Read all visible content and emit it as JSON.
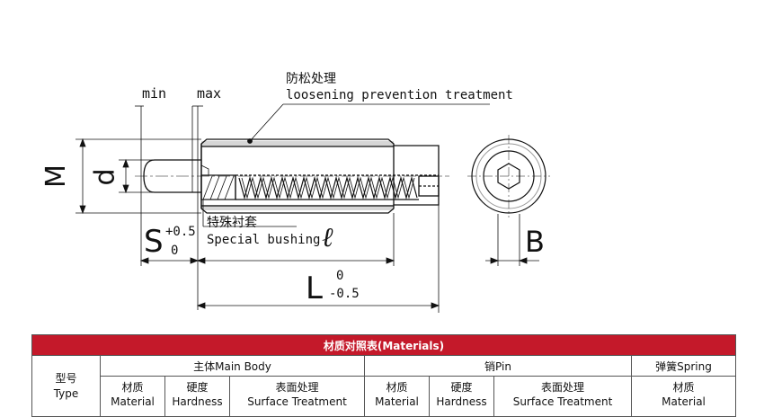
{
  "drawing": {
    "label_min": "min",
    "label_max": "max",
    "note_cn": "防松处理",
    "note_en": "loosening prevention treatment",
    "label_M": "M",
    "label_d": "d",
    "label_S": "S",
    "S_tol_upper": "+0.5",
    "S_tol_lower": "0",
    "bushing_cn": "特殊衬套",
    "bushing_en": "Special bushing",
    "label_l": "ℓ",
    "label_L": "L",
    "L_tol_upper": "0",
    "L_tol_lower": "-0.5",
    "label_B": "B"
  },
  "table": {
    "title": "材质对照表(Materials)",
    "type_cn": "型号",
    "type_en": "Type",
    "groups": {
      "main_body": "主体Main Body",
      "pin": "销Pin",
      "spring": "弹簧Spring"
    },
    "sub": {
      "material_cn": "材质",
      "material_en": "Material",
      "hardness_cn": "硬度",
      "hardness_en": "Hardness",
      "surface_cn": "表面处理",
      "surface_en": "Surface Treatment"
    }
  },
  "colors": {
    "header_red": "#c4192a",
    "line": "#111111",
    "thread_gray": "#cccccc"
  }
}
